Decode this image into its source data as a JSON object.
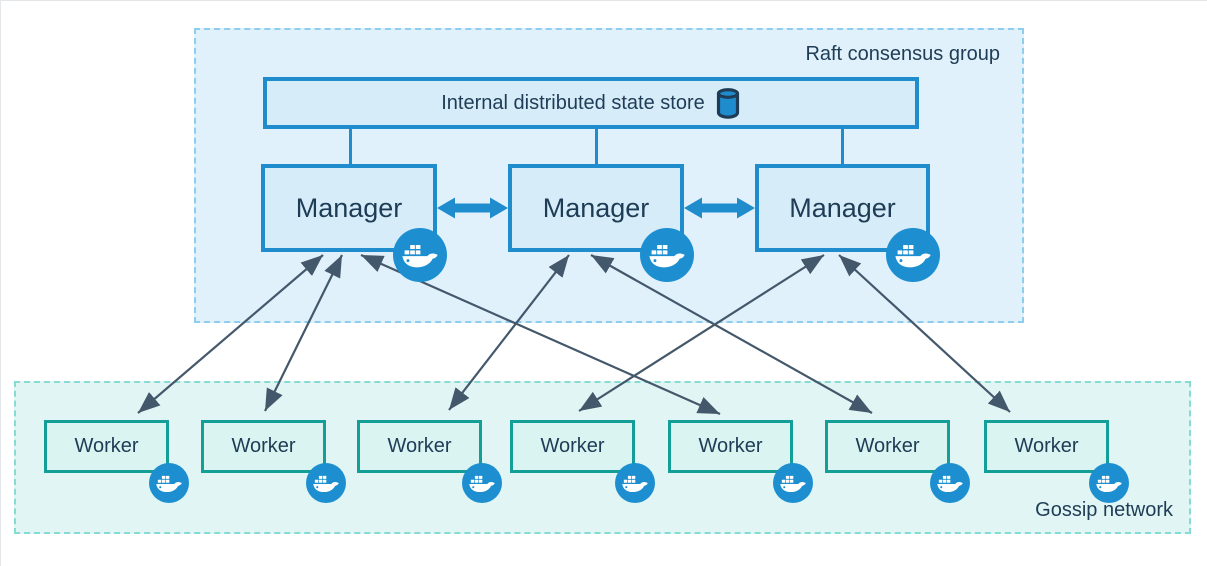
{
  "raft_group": {
    "label": "Raft consensus group"
  },
  "state_store": {
    "label": "Internal distributed state store",
    "icon": "database-icon"
  },
  "managers": [
    {
      "id": "manager-1",
      "label": "Manager",
      "badge_icon": "docker-whale-icon"
    },
    {
      "id": "manager-2",
      "label": "Manager",
      "badge_icon": "docker-whale-icon"
    },
    {
      "id": "manager-3",
      "label": "Manager",
      "badge_icon": "docker-whale-icon"
    }
  ],
  "gossip_network": {
    "label": "Gossip network"
  },
  "workers": [
    {
      "id": "worker-1",
      "label": "Worker",
      "badge_icon": "docker-whale-icon"
    },
    {
      "id": "worker-2",
      "label": "Worker",
      "badge_icon": "docker-whale-icon"
    },
    {
      "id": "worker-3",
      "label": "Worker",
      "badge_icon": "docker-whale-icon"
    },
    {
      "id": "worker-4",
      "label": "Worker",
      "badge_icon": "docker-whale-icon"
    },
    {
      "id": "worker-5",
      "label": "Worker",
      "badge_icon": "docker-whale-icon"
    },
    {
      "id": "worker-6",
      "label": "Worker",
      "badge_icon": "docker-whale-icon"
    },
    {
      "id": "worker-7",
      "label": "Worker",
      "badge_icon": "docker-whale-icon"
    }
  ],
  "links": {
    "state_store_to_managers": [
      "manager-1",
      "manager-2",
      "manager-3"
    ],
    "manager_peer_links": [
      {
        "between": [
          "manager-1",
          "manager-2"
        ],
        "style": "thick-double-arrow"
      },
      {
        "between": [
          "manager-2",
          "manager-3"
        ],
        "style": "thick-double-arrow"
      }
    ],
    "manager_worker_links": [
      {
        "from": "manager-1",
        "to": "worker-1",
        "style": "double-arrow"
      },
      {
        "from": "manager-1",
        "to": "worker-2",
        "style": "double-arrow"
      },
      {
        "from": "manager-1",
        "to": "worker-5",
        "style": "double-arrow"
      },
      {
        "from": "manager-2",
        "to": "worker-3",
        "style": "double-arrow"
      },
      {
        "from": "manager-2",
        "to": "worker-6",
        "style": "double-arrow"
      },
      {
        "from": "manager-3",
        "to": "worker-4",
        "style": "double-arrow"
      },
      {
        "from": "manager-3",
        "to": "worker-7",
        "style": "double-arrow"
      }
    ]
  },
  "colors": {
    "docker_blue": "#1f8ccd",
    "badge_blue": "#1d8fd1",
    "raft_fill": "#e0f1fb",
    "raft_dash": "#8ccdf0",
    "manager_fill": "#d6ecf9",
    "worker_fill": "#d9f4f1",
    "worker_border": "#149e98",
    "gossip_fill": "#e1f6f4",
    "gossip_dash": "#86dcd4",
    "text_dark": "#1e3c55",
    "thin_arrow": "#44586b"
  }
}
